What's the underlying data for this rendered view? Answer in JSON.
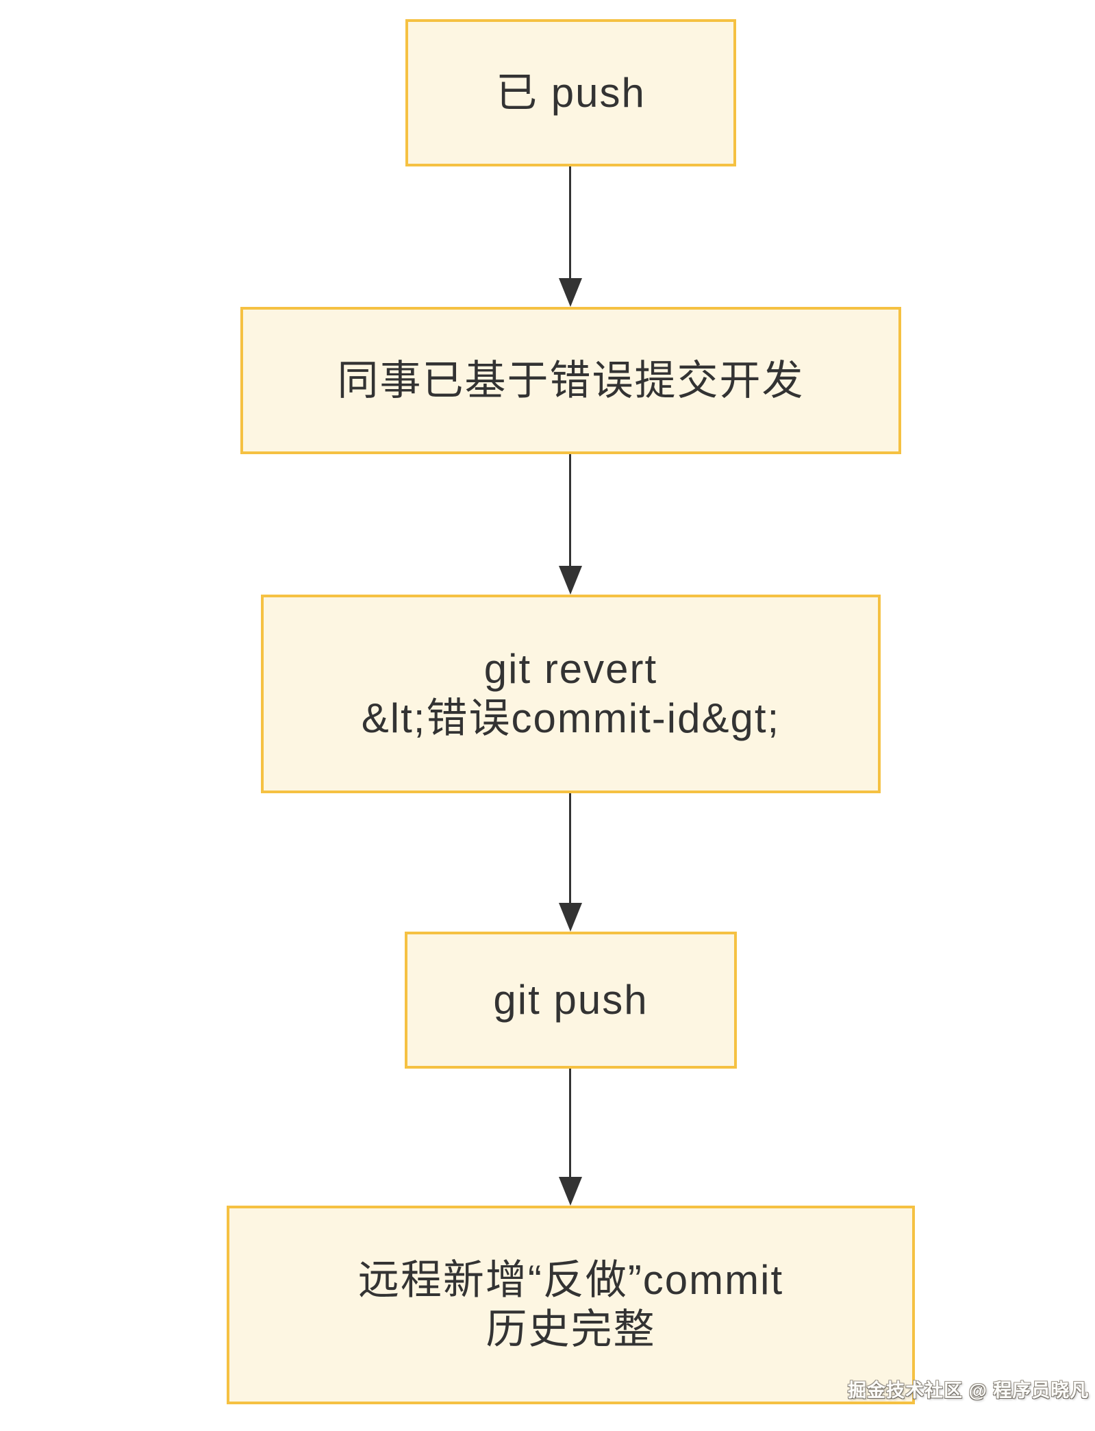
{
  "diagram": {
    "type": "flowchart",
    "direction": "top-down",
    "nodes": [
      {
        "id": "pushed",
        "lines": [
          "已 push"
        ]
      },
      {
        "id": "colleague-dev",
        "lines": [
          "同事已基于错误提交开发"
        ]
      },
      {
        "id": "git-revert",
        "lines": [
          "git revert",
          "&lt;错误commit-id&gt;"
        ]
      },
      {
        "id": "git-push",
        "lines": [
          "git push"
        ]
      },
      {
        "id": "remote-undo",
        "lines": [
          "远程新增“反做”commit",
          "历史完整"
        ]
      }
    ],
    "edges": [
      {
        "from": "pushed",
        "to": "colleague-dev"
      },
      {
        "from": "colleague-dev",
        "to": "git-revert"
      },
      {
        "from": "git-revert",
        "to": "git-push"
      },
      {
        "from": "git-push",
        "to": "remote-undo"
      }
    ]
  },
  "watermark": {
    "text": "掘金技术社区 @ 程序员晓凡"
  },
  "colors": {
    "background": "#FFFFFF",
    "node_fill": "#FDF6E2",
    "node_border": "#F5C142",
    "text": "#333333",
    "arrow": "#333333"
  }
}
